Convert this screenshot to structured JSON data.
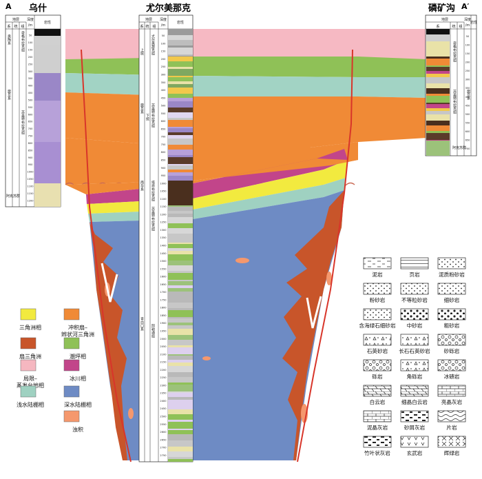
{
  "sections": {
    "left": {
      "end_label": "A",
      "name": "乌什"
    },
    "middle": {
      "name": "尤尔美那克"
    },
    "right": {
      "end_label": "A′",
      "name": "磷矿沟"
    }
  },
  "column_headers": {
    "stratum": "地层",
    "system": "系",
    "series": "统",
    "group": "组",
    "depth": "深度",
    "depth_unit": "/m",
    "lithology": "岩性"
  },
  "left_column": {
    "depths": [
      "50",
      "100",
      "150",
      "200",
      "250",
      "300",
      "350",
      "400",
      "450",
      "500",
      "550",
      "600",
      "650",
      "700",
      "750",
      "800",
      "850",
      "900",
      "950",
      "1000",
      "1050",
      "1100",
      "1150",
      "1200"
    ],
    "system_labels": [
      "奥陶系",
      "震旦系"
    ],
    "group_labels": [
      "奇格布拉克组",
      "苏盖特布拉克组"
    ],
    "bottom_label": "阿克苏群"
  },
  "middle_column": {
    "depths": [
      "50",
      "100",
      "150",
      "200",
      "250",
      "300",
      "350",
      "400",
      "450",
      "500",
      "550",
      "600",
      "650",
      "700",
      "750",
      "800",
      "850",
      "900",
      "950",
      "1000",
      "1050",
      "1100",
      "1150",
      "1200",
      "1250",
      "1300",
      "1350",
      "1400",
      "1450",
      "1500",
      "1550",
      "1600",
      "1650",
      "1700",
      "1750",
      "1800",
      "1850",
      "1900",
      "1950",
      "2000",
      "2050",
      "2100",
      "2150",
      "2200",
      "2250",
      "2300",
      "2350",
      "2400",
      "2450",
      "2500",
      "2550",
      "2600",
      "2650",
      "2700",
      "2750"
    ],
    "labels": [
      "上统",
      "震旦系",
      "苏盖特布拉克组",
      "下统",
      "尤尔美那克组",
      "南华系",
      "塔恩布拉克组",
      "苏盖特布拉克组",
      "青白口系",
      "阿勒通组"
    ]
  },
  "right_column": {
    "depths": [
      "50",
      "100",
      "150",
      "200",
      "250",
      "300",
      "350",
      "400",
      "450",
      "500",
      "550",
      "600",
      "650",
      "700"
    ],
    "system_label": "震旦系",
    "group_labels": [
      "奇格布拉克组",
      "苏盖特布拉克组"
    ],
    "bottom_label": "阿克苏群"
  },
  "facies_legend": [
    {
      "label": "三角洲相",
      "color": "#f2ea3f"
    },
    {
      "label": "冲积扇–辫状河三角洲",
      "color": "#f08a36"
    },
    {
      "label": "扇三角洲",
      "color": "#c8552a"
    },
    {
      "label": "潮坪相",
      "color": "#8fc157"
    },
    {
      "label": "局限–蒸发台地相",
      "color": "#f5b7c0"
    },
    {
      "label": "冰川相",
      "color": "#c2458a"
    },
    {
      "label": "浅水陆棚相",
      "color": "#9fd1c1"
    },
    {
      "label": "深水陆棚相",
      "color": "#6e8bc4"
    },
    {
      "label": "浊积",
      "color": "#f5986d"
    }
  ],
  "lithology_legend": [
    {
      "label": "泥岩",
      "pattern": "mudstone"
    },
    {
      "label": "页岩",
      "pattern": "shale"
    },
    {
      "label": "泥质粉砂岩",
      "pattern": "muddy-siltstone"
    },
    {
      "label": "粉砂岩",
      "pattern": "siltstone"
    },
    {
      "label": "不等粒砂岩",
      "pattern": "inequigranular-sandstone"
    },
    {
      "label": "细砂岩",
      "pattern": "fine-sandstone"
    },
    {
      "label": "含海绿石细砂岩",
      "pattern": "glauconite-sandstone"
    },
    {
      "label": "中砂岩",
      "pattern": "medium-sandstone"
    },
    {
      "label": "粗砂岩",
      "pattern": "coarse-sandstone"
    },
    {
      "label": "石英砂岩",
      "pattern": "quartz-sandstone"
    },
    {
      "label": "长石石英砂岩",
      "pattern": "feldspathic-quartz-sandstone"
    },
    {
      "label": "砂砾岩",
      "pattern": "glutenite"
    },
    {
      "label": "砾岩",
      "pattern": "conglomerate"
    },
    {
      "label": "角砾岩",
      "pattern": "breccia"
    },
    {
      "label": "冰碛岩",
      "pattern": "tillite"
    },
    {
      "label": "白云岩",
      "pattern": "dolomite"
    },
    {
      "label": "细晶白云岩",
      "pattern": "fine-crystalline-dolomite"
    },
    {
      "label": "亮晶灰岩",
      "pattern": "sparry-limestone"
    },
    {
      "label": "泥晶灰岩",
      "pattern": "micritic-limestone"
    },
    {
      "label": "砂屑灰岩",
      "pattern": "calcarenite"
    },
    {
      "label": "片岩",
      "pattern": "schist"
    },
    {
      "label": "竹叶状灰岩",
      "pattern": "flat-pebble-limestone"
    },
    {
      "label": "玄武岩",
      "pattern": "basalt"
    },
    {
      "label": "辉绿岩",
      "pattern": "diabase"
    }
  ]
}
